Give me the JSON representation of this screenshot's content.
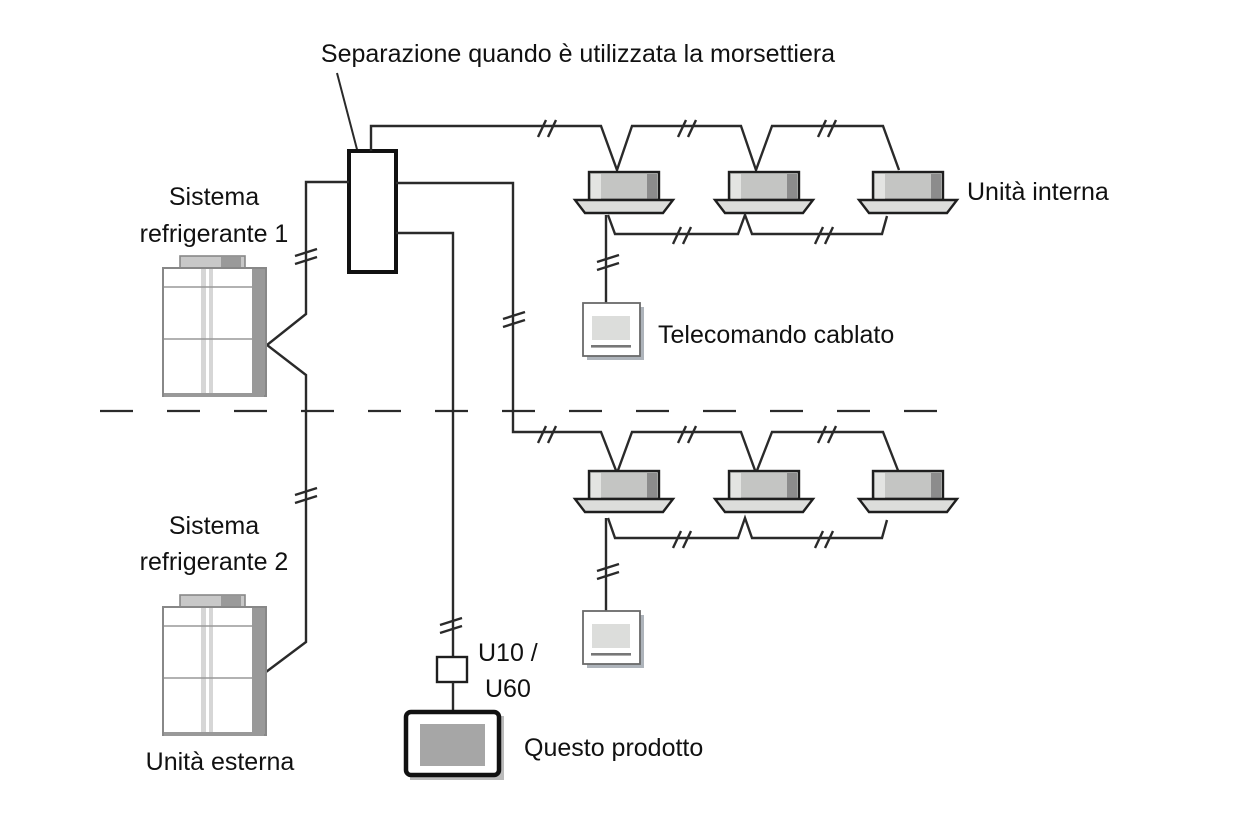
{
  "diagram": {
    "title": "Separazione quando è utilizzata la morsettiera",
    "labels": {
      "refrigerant_system_1": [
        "Sistema",
        "refrigerante 1"
      ],
      "refrigerant_system_2": [
        "Sistema",
        "refrigerante 2"
      ],
      "outdoor_unit": "Unità esterna",
      "indoor_unit": "Unità interna",
      "wired_remote": "Telecomando cablato",
      "adapter": [
        "U10 /",
        "U60"
      ],
      "this_product": "Questo prodotto"
    },
    "components": {
      "terminal_block": "terminal-block",
      "outdoor_units": 2,
      "indoor_units_per_system": 3,
      "wired_remotes": 2
    },
    "colors": {
      "line": "#2a2a2a",
      "unit_body": "#c4c5c3",
      "unit_base": "#dcdddb",
      "unit_shade": "#8a8a8a",
      "screen": "#a6a6a6"
    }
  }
}
